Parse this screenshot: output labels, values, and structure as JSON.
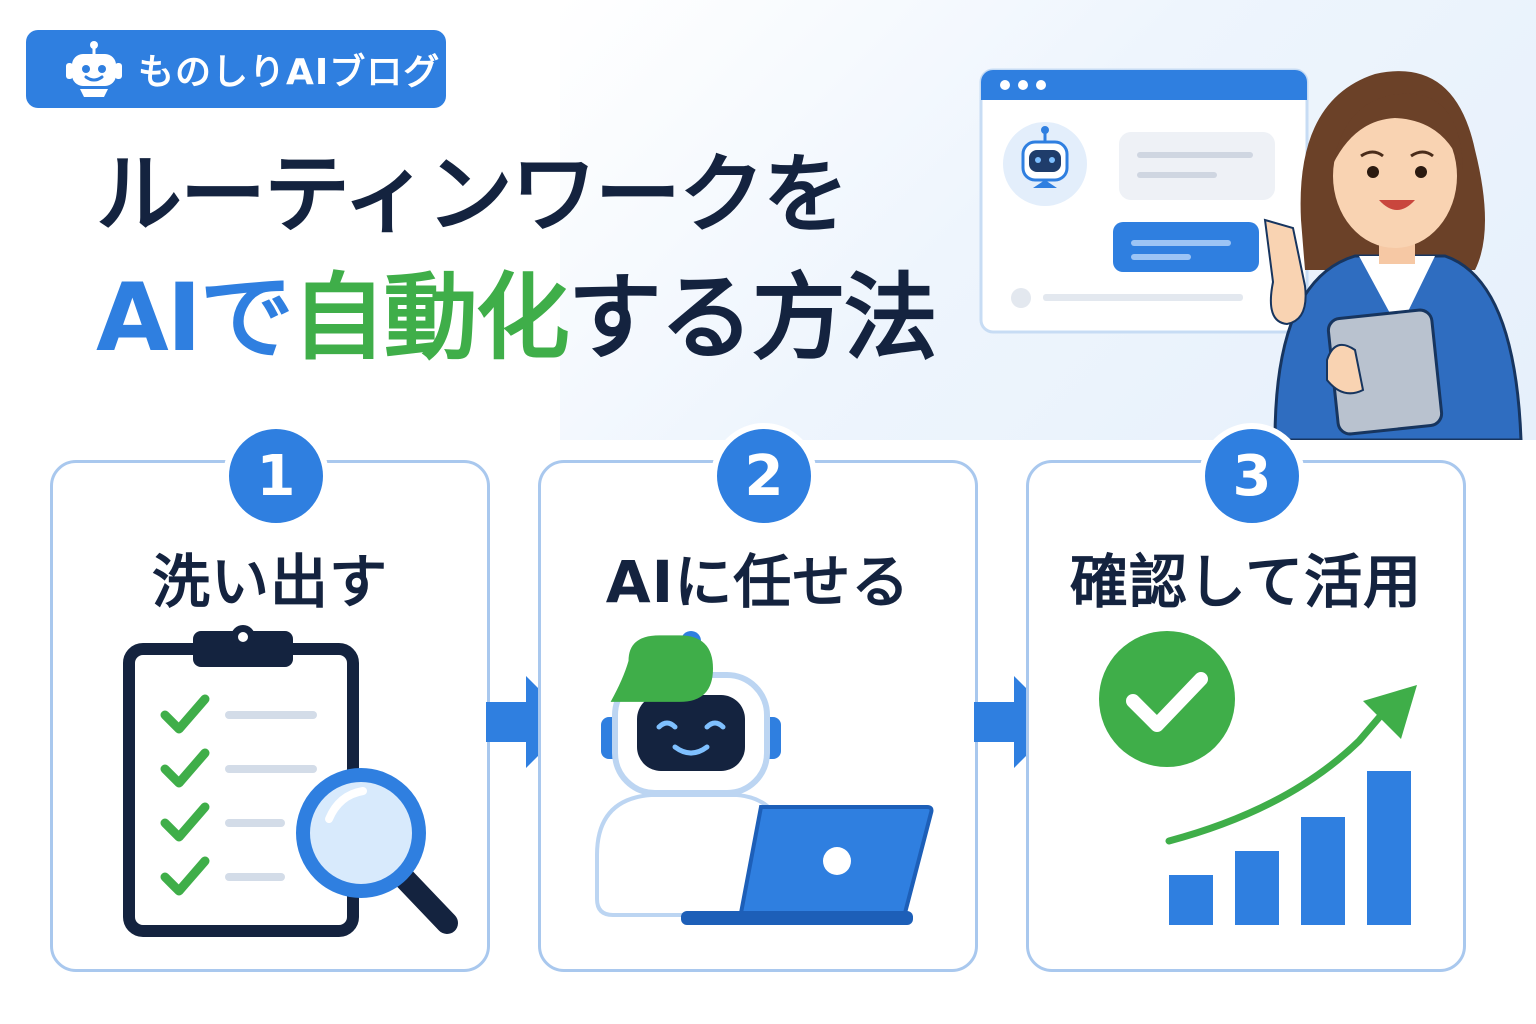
{
  "badge": {
    "text": "ものしりAIブログ",
    "icon": "robot-icon"
  },
  "title": {
    "line1": "ルーティンワークを",
    "line2_ai": "AI",
    "line2_de": "で",
    "line2_highlight": "自動化",
    "line2_rest": "する方法"
  },
  "steps": [
    {
      "number": "1",
      "label": "洗い出す",
      "icon": "clipboard-checklist-icon"
    },
    {
      "number": "2",
      "label": "AIに任せる",
      "icon": "robot-laptop-icon"
    },
    {
      "number": "3",
      "label": "確認して活用",
      "icon": "growth-chart-icon"
    }
  ],
  "colors": {
    "primary_blue": "#2f7fe0",
    "accent_green": "#3fae49",
    "navy": "#14233f",
    "card_border": "#a9c8ee"
  }
}
